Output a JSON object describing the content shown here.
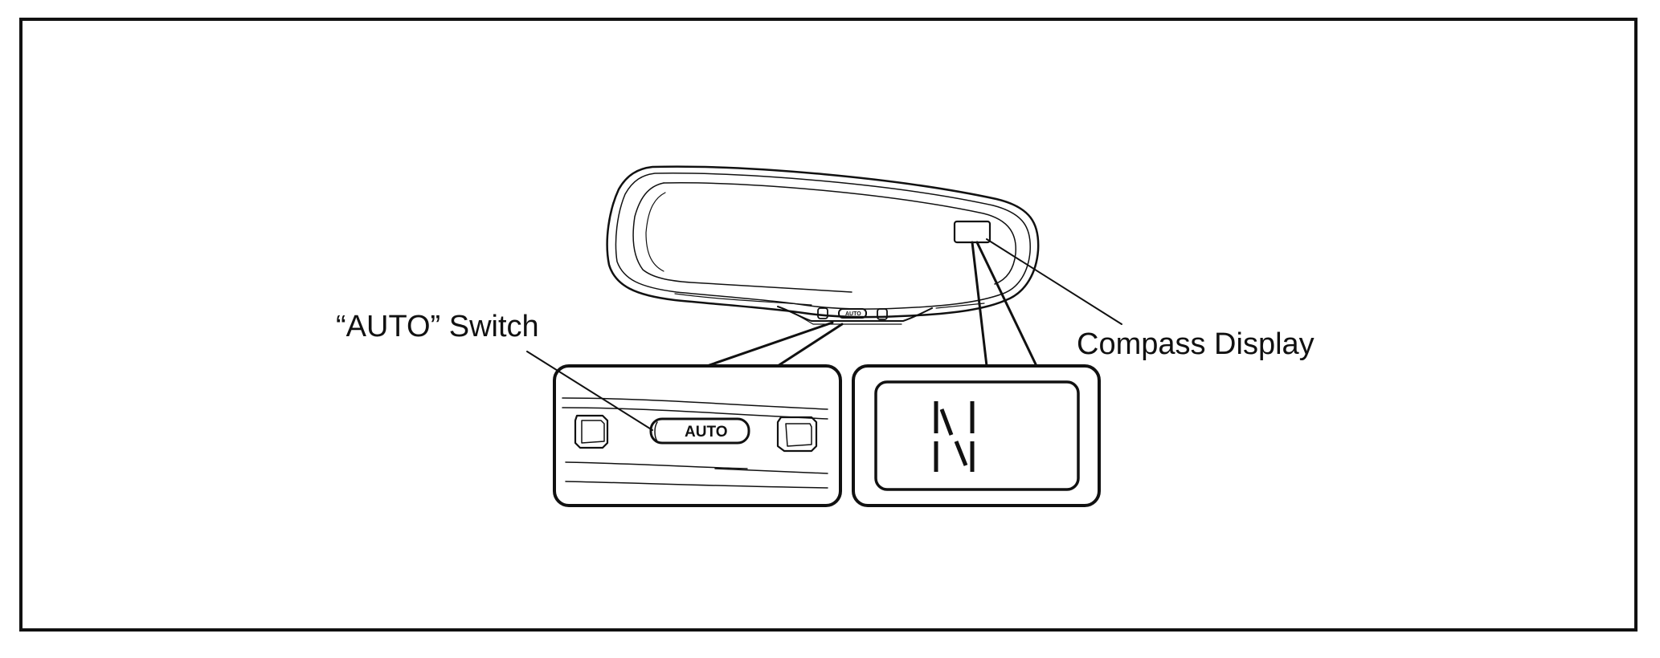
{
  "labels": {
    "auto_switch": "“AUTO” Switch",
    "compass_display": "Compass Display"
  },
  "detail": {
    "button_text": "AUTO",
    "compass_heading": "N"
  },
  "colors": {
    "line": "#111111",
    "background": "#ffffff"
  }
}
